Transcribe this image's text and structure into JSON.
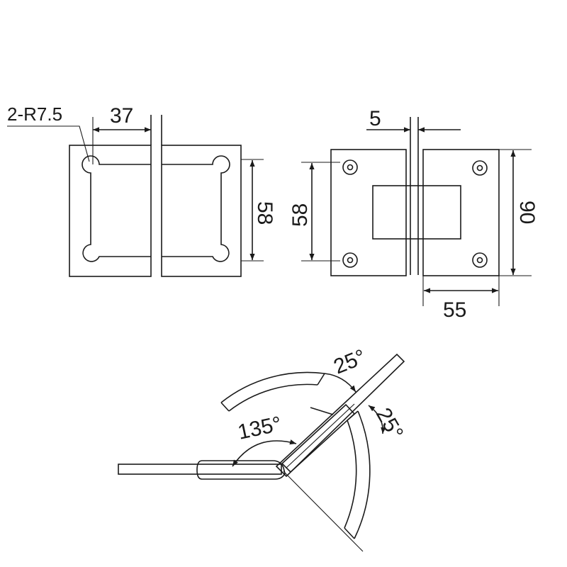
{
  "diagram": {
    "label_radius": "2-R7.5",
    "dim_width_37": "37",
    "dim_height_58_left": "58",
    "dim_gap_5": "5",
    "dim_height_58_right": "58",
    "dim_height_90": "90",
    "dim_width_55": "55",
    "angle_135": "135°",
    "angle_25_top": "25°",
    "angle_25_right": "25°"
  },
  "colors": {
    "stroke": "#1a1a1a",
    "background": "#ffffff"
  }
}
